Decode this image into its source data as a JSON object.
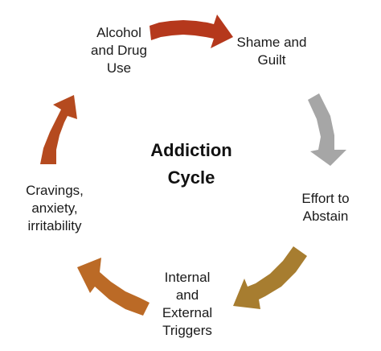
{
  "title": {
    "line1": "Addiction",
    "line2": "Cycle"
  },
  "stages": [
    {
      "id": "alcohol",
      "lines": [
        "Alcohol",
        "and Drug",
        "Use"
      ]
    },
    {
      "id": "shame",
      "lines": [
        "Shame and",
        "Guilt"
      ]
    },
    {
      "id": "effort",
      "lines": [
        "Effort to",
        "Abstain"
      ]
    },
    {
      "id": "triggers",
      "lines": [
        "Internal",
        "and",
        "External",
        "Triggers"
      ]
    },
    {
      "id": "cravings",
      "lines": [
        "Cravings,",
        "anxiety,",
        "irritability"
      ]
    }
  ],
  "arrows": [
    {
      "id": "alcohol-to-shame",
      "color": "#b5381c"
    },
    {
      "id": "shame-to-effort",
      "color": "#a6a6a6"
    },
    {
      "id": "effort-to-triggers",
      "color": "#a77d30"
    },
    {
      "id": "triggers-to-cravings",
      "color": "#bb6a26"
    },
    {
      "id": "cravings-to-alcohol",
      "color": "#b54a1f"
    }
  ]
}
